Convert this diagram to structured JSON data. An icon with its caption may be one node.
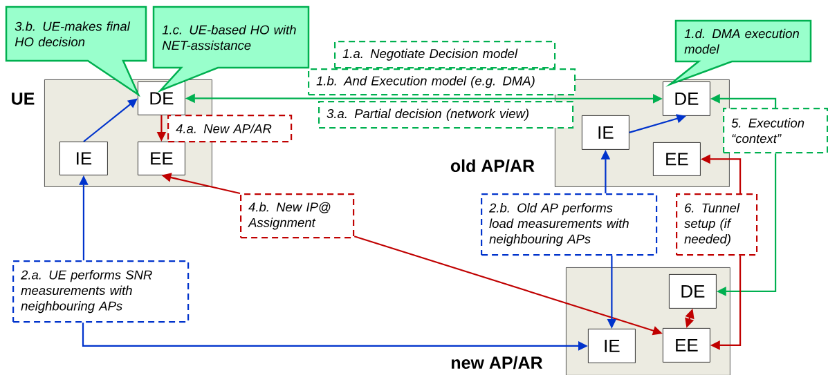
{
  "diagram": {
    "nodes": [
      {
        "text": [
          "UE"
        ]
      },
      {
        "text": [
          "DE"
        ],
        "in": 0
      },
      {
        "text": [
          "IE"
        ],
        "in": 0
      },
      {
        "text": [
          "EE"
        ],
        "in": 0
      },
      {
        "text": [
          "old AP/AR"
        ]
      },
      {
        "text": [
          "DE"
        ],
        "in": 4
      },
      {
        "text": [
          "IE"
        ],
        "in": 4
      },
      {
        "text": [
          "EE"
        ],
        "in": 4
      },
      {
        "text": [
          "new AP/AR"
        ]
      },
      {
        "text": [
          "DE"
        ],
        "in": 8
      },
      {
        "text": [
          "IE"
        ],
        "in": 8
      },
      {
        "text": [
          "EE"
        ],
        "in": 8
      },
      {
        "text": [
          "3.b. UE-makes final HO decision"
        ]
      },
      {
        "text": [
          "1.c. UE-based HO with NET-assistance"
        ]
      },
      {
        "text": [
          "1.d. DMA execution model"
        ]
      },
      {
        "text": [
          "1.a. Negotiate Decision model"
        ]
      },
      {
        "text": [
          "1.b. And Execution model (e.g. DMA)"
        ]
      },
      {
        "text": [
          "3.a. Partial decision (network view)"
        ]
      },
      {
        "text": [
          "4.a. New AP/AR"
        ]
      },
      {
        "text": [
          "4.b. New IP@ Assignment"
        ]
      },
      {
        "text": [
          "2.a. UE performs SNR measurements with neighbouring APs"
        ]
      },
      {
        "text": [
          "2.b. Old AP performs load measurements with neighbouring APs"
        ]
      },
      {
        "text": [
          "5. Execution “context”"
        ]
      },
      {
        "text": [
          "6. Tunnel setup (if needed)"
        ]
      }
    ],
    "edges": [
      {
        "from": 1,
        "to": 5,
        "arrow": "both",
        "color": "#00b050"
      },
      {
        "from": 2,
        "to": 1,
        "arrow": "to",
        "color": "#0033cc"
      },
      {
        "from": 1,
        "to": 3,
        "arrow": "to",
        "color": "#c00000"
      },
      {
        "from": 19,
        "to": 3,
        "arrow": "to",
        "color": "#c00000"
      },
      {
        "from": 19,
        "to": 11,
        "arrow": "to",
        "color": "#c00000"
      },
      {
        "from": 20,
        "to": 2,
        "arrow": "to",
        "color": "#0033cc"
      },
      {
        "from": 20,
        "to": 10,
        "arrow": "to",
        "color": "#0033cc"
      },
      {
        "from": 21,
        "to": 6,
        "arrow": "to",
        "color": "#0033cc"
      },
      {
        "from": 21,
        "to": 10,
        "arrow": "to",
        "color": "#0033cc"
      },
      {
        "from": 6,
        "to": 5,
        "arrow": "to",
        "color": "#0033cc"
      },
      {
        "from": 22,
        "to": 5,
        "arrow": "to",
        "color": "#00b050"
      },
      {
        "from": 22,
        "to": 9,
        "arrow": "to",
        "color": "#00b050"
      },
      {
        "from": 23,
        "to": 7,
        "arrow": "to",
        "color": "#c00000"
      },
      {
        "from": 23,
        "to": 11,
        "arrow": "to",
        "color": "#c00000"
      },
      {
        "from": 9,
        "to": 11,
        "arrow": "both",
        "color": "#c00000"
      }
    ]
  }
}
